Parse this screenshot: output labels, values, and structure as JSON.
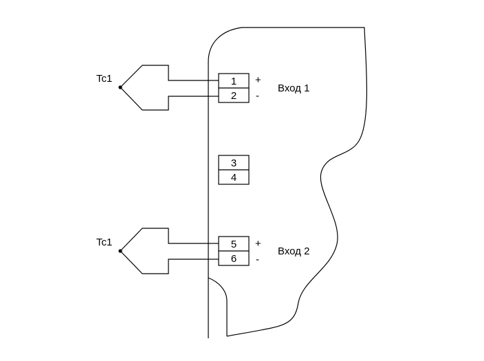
{
  "device": {
    "inputs": [
      {
        "sensor_label": "Tc1",
        "input_label": "Вход 1",
        "terminal_plus": "1",
        "terminal_minus": "2",
        "plus_sign": "+",
        "minus_sign": "-"
      },
      {
        "sensor_label": "Tc1",
        "input_label": "Вход 2",
        "terminal_plus": "5",
        "terminal_minus": "6",
        "plus_sign": "+",
        "minus_sign": "-"
      }
    ],
    "unused_terminals": [
      "3",
      "4"
    ]
  },
  "colors": {
    "line": "#000000",
    "background": "#ffffff"
  }
}
